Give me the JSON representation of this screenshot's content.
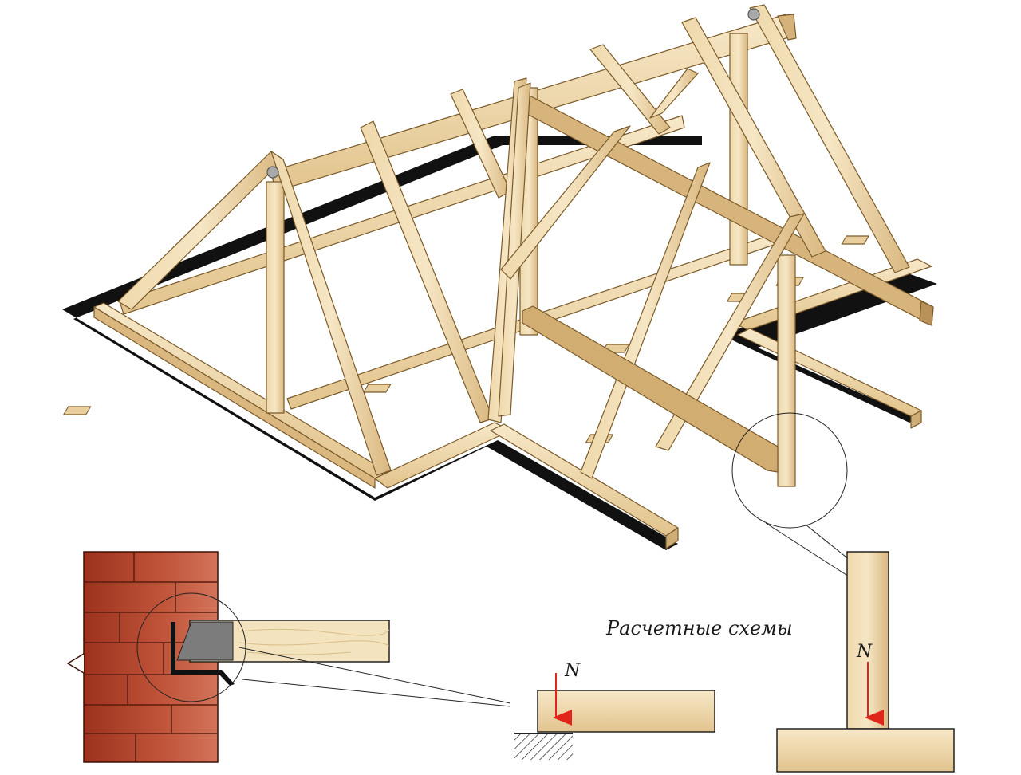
{
  "diagram": {
    "caption": "Расчетные схемы",
    "force_label_left": "N",
    "force_label_right": "N"
  },
  "colors": {
    "timber_light": "#f1dfb6",
    "timber_mid": "#e6cc98",
    "timber_dark": "#c9a66b",
    "timber_outline": "#7a5a2a",
    "shadow": "#111111",
    "brick": "#b5442b",
    "brick_dark": "#8f2f1c",
    "mortar": "#6b2012",
    "steel": "#7c7c7c",
    "force_arrow": "#e0261b"
  }
}
